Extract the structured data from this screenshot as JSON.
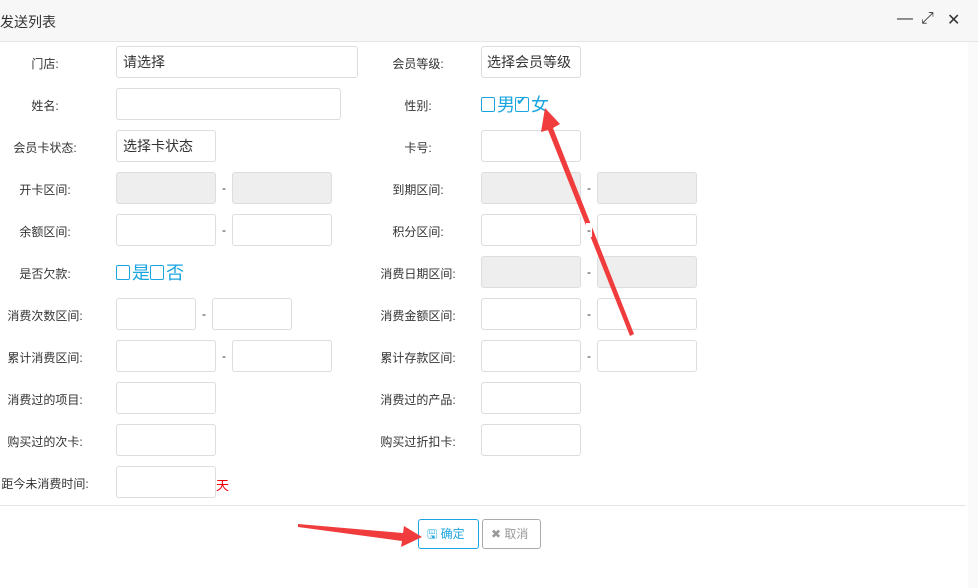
{
  "window": {
    "title": "发送列表",
    "minimize": "—",
    "maximize": "⤢",
    "close": "✕"
  },
  "form": {
    "store_label": "门店:",
    "store_value": "请选择",
    "level_label": "会员等级:",
    "level_value": "选择会员等级",
    "name_label": "姓名:",
    "gender_label": "性别:",
    "gender_male": "男",
    "gender_female": "女",
    "card_status_label": "会员卡状态:",
    "card_status_value": "选择卡状态",
    "card_no_label": "卡号:",
    "open_range_label": "开卡区间:",
    "expire_range_label": "到期区间:",
    "balance_range_label": "余额区间:",
    "points_range_label": "积分区间:",
    "debt_label": "是否欠款:",
    "debt_yes": "是",
    "debt_no": "否",
    "consume_date_label": "消费日期区间:",
    "consume_count_label": "消费次数区间:",
    "consume_amount_label": "消费金额区间:",
    "total_consume_label": "累计消费区间:",
    "total_deposit_label": "累计存款区间:",
    "items_label": "消费过的项目:",
    "products_label": "消费过的产品:",
    "times_card_label": "购买过的次卡:",
    "discount_card_label": "购买过折扣卡:",
    "days_label": "距今未消费时间:",
    "days_unit": "天",
    "dash": "-"
  },
  "buttons": {
    "ok": "确定",
    "cancel": "取消"
  },
  "colors": {
    "accent": "#1aa5e0",
    "arrow": "#f03c3c"
  }
}
